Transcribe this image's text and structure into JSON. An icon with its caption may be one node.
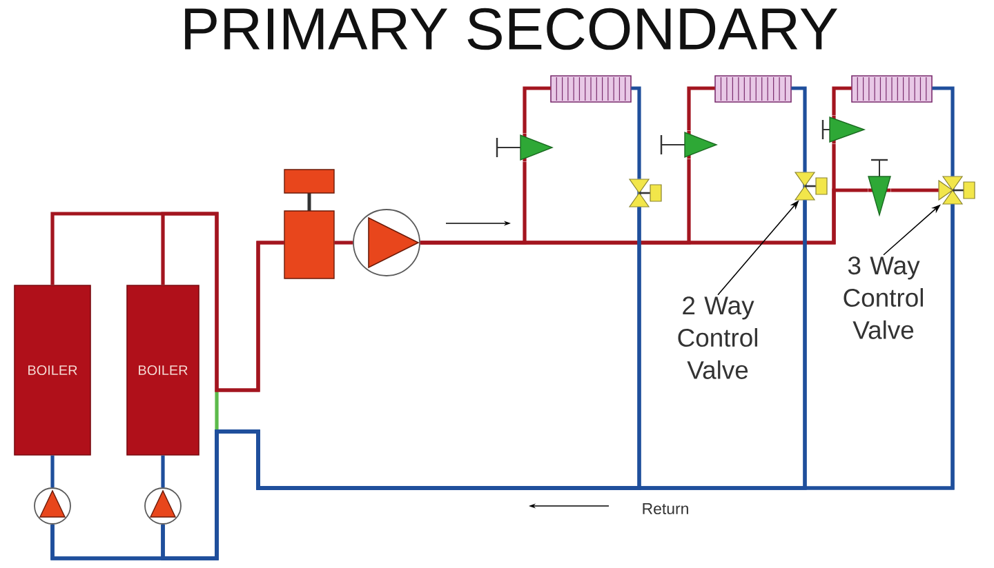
{
  "diagram": {
    "title": "PRIMARY SECONDARY",
    "nodes": [
      {
        "text": [
          "BOILER"
        ]
      },
      {
        "text": [
          "BOILER"
        ]
      },
      {
        "text": [],
        "shape": "circle"
      },
      {
        "text": [],
        "shape": "circle"
      },
      {
        "text": [],
        "shape": "box"
      },
      {
        "text": [],
        "shape": "circle"
      },
      {
        "text": [],
        "shape": "box"
      },
      {
        "text": [],
        "shape": "box"
      },
      {
        "text": [],
        "shape": "box"
      },
      {
        "text": [],
        "shape": "picture"
      },
      {
        "text": [],
        "shape": "picture"
      },
      {
        "text": [],
        "shape": "picture"
      },
      {
        "text": [],
        "shape": "picture"
      },
      {
        "text": [],
        "shape": "picture"
      },
      {
        "text": [],
        "shape": "picture"
      },
      {
        "text": [],
        "shape": "picture"
      },
      {
        "text": [
          "2 Way Control Valve"
        ]
      },
      {
        "text": [
          "3 Way Control Valve"
        ]
      }
    ],
    "edges": [
      {
        "from": 0,
        "to": 4,
        "arrow": "none",
        "color": "#a3151f"
      },
      {
        "from": 1,
        "to": 4,
        "arrow": "none",
        "color": "#a3151f"
      },
      {
        "from": 4,
        "to": 5,
        "arrow": "none",
        "color": "#a3151f"
      },
      {
        "from": 5,
        "to": 9,
        "arrow": "none",
        "color": "#a3151f"
      },
      {
        "from": 5,
        "to": 10,
        "arrow": "none",
        "color": "#a3151f"
      },
      {
        "from": 5,
        "to": 11,
        "arrow": "none",
        "color": "#a3151f"
      },
      {
        "from": 5,
        "to": 12,
        "arrow": "none",
        "color": "#a3151f"
      },
      {
        "from": 9,
        "to": 6,
        "arrow": "none",
        "color": "#a3151f"
      },
      {
        "from": 10,
        "to": 7,
        "arrow": "none",
        "color": "#a3151f"
      },
      {
        "from": 11,
        "to": 8,
        "arrow": "none",
        "color": "#a3151f"
      },
      {
        "from": 12,
        "to": 15,
        "arrow": "none",
        "color": "#a3151f"
      },
      {
        "from": 6,
        "to": 13,
        "arrow": "none",
        "color": "#1f4f9c"
      },
      {
        "from": 7,
        "to": 14,
        "arrow": "none",
        "color": "#1f4f9c"
      },
      {
        "from": 8,
        "to": 15,
        "arrow": "none",
        "color": "#1f4f9c"
      },
      {
        "from": 13,
        "to": 3,
        "arrow": "none",
        "color": "#1f4f9c"
      },
      {
        "from": 13,
        "to": 2,
        "arrow": "none",
        "color": "#1f4f9c"
      },
      {
        "from": 14,
        "to": 3,
        "arrow": "none",
        "color": "#1f4f9c"
      },
      {
        "from": 14,
        "to": 2,
        "arrow": "none",
        "color": "#1f4f9c"
      },
      {
        "from": 15,
        "to": 3,
        "arrow": "none",
        "color": "#1f4f9c"
      },
      {
        "from": 15,
        "to": 2,
        "arrow": "none",
        "color": "#1f4f9c"
      },
      {
        "from": 3,
        "to": 1,
        "arrow": "none",
        "color": "#1f4f9c"
      },
      {
        "from": 2,
        "to": 0,
        "arrow": "none",
        "color": "#1f4f9c"
      },
      {
        "from": 16,
        "to": 14,
        "arrow": "to",
        "color": "#000000"
      },
      {
        "from": 17,
        "to": 15,
        "arrow": "to",
        "color": "#000000"
      }
    ],
    "labels": [
      "Return"
    ]
  }
}
